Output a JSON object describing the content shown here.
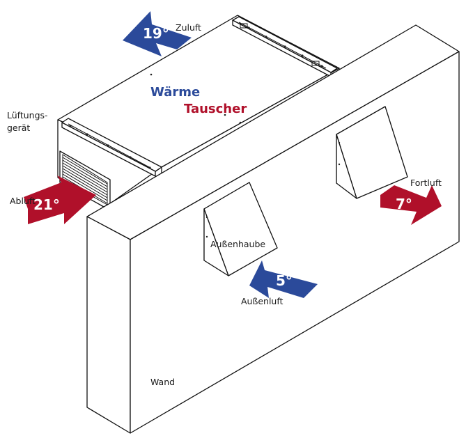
{
  "diagram": {
    "title_line1": "Wärme",
    "title_line2": "Tauscher",
    "labels": {
      "unit_line1": "Lüftungs-",
      "unit_line2": "gerät",
      "zuluft": "Zuluft",
      "abluft": "Abluft",
      "fortluft": "Fortluft",
      "aussenluft": "Außenluft",
      "aussenhaube": "Außenhaube",
      "wand": "Wand"
    },
    "temperatures": {
      "zuluft": "19°",
      "abluft": "21°",
      "fortluft": "7°",
      "aussenluft": "5°"
    },
    "colors": {
      "warm": "#b0102a",
      "cold": "#2b4a9a",
      "title_blue": "#2b4a9a",
      "title_red": "#b0102a"
    }
  }
}
